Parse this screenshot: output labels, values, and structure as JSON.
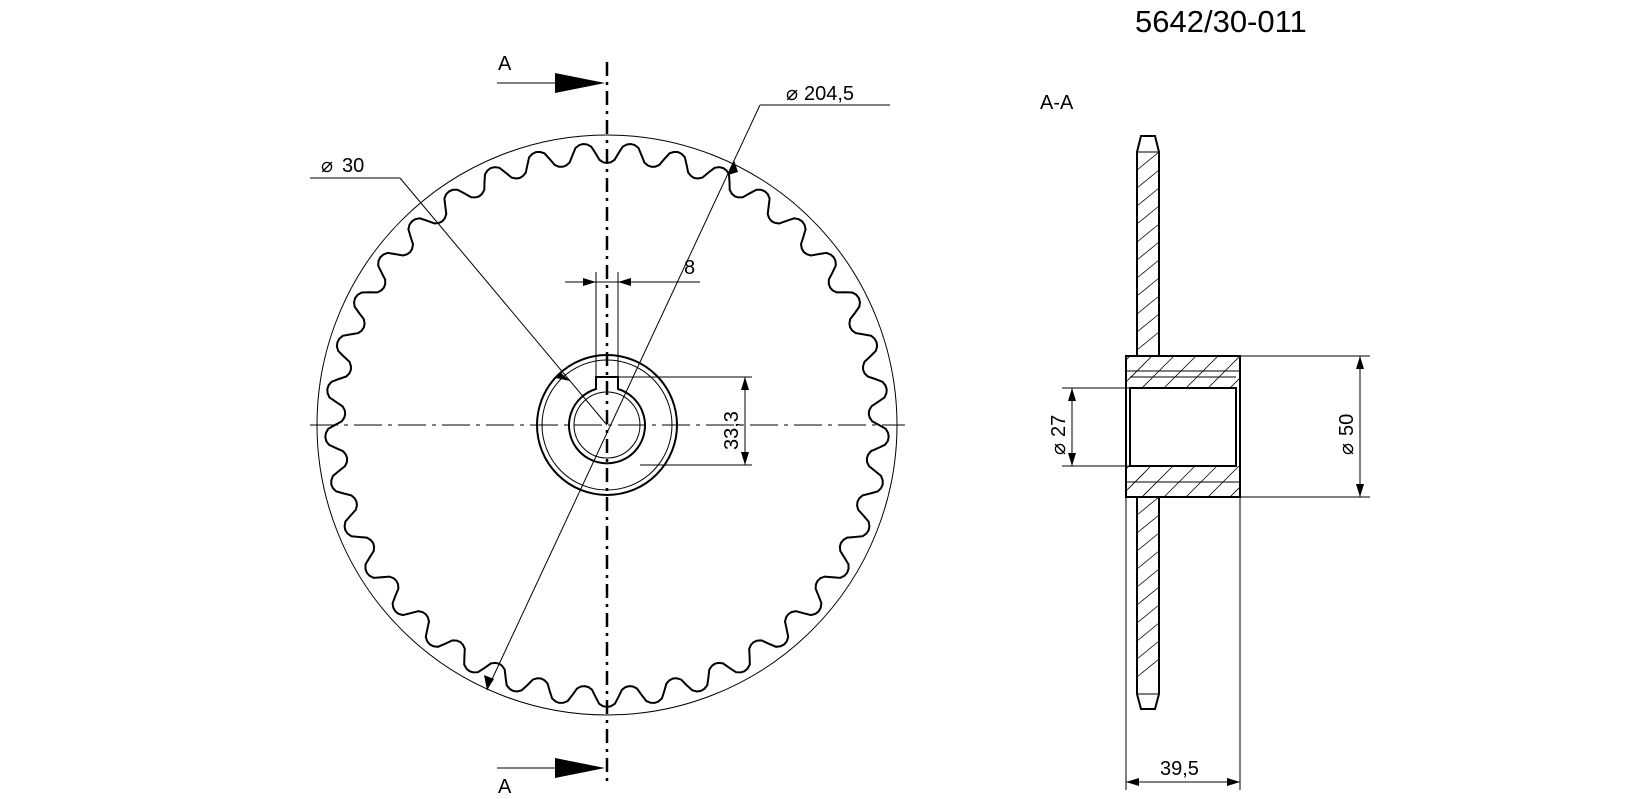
{
  "drawing_number": "5642/30-011",
  "section_label": "A-A",
  "section_marker_top": "A",
  "section_marker_bottom": "A",
  "dimensions": {
    "outer_diameter": "204,5",
    "bore_hub_diameter": "30",
    "key_width": "8",
    "key_depth": "33,3",
    "bore_diameter": "27",
    "hub_diameter": "50",
    "hub_length": "39,5"
  },
  "diameter_symbol": "⌀",
  "sprocket": {
    "teeth": 37
  }
}
